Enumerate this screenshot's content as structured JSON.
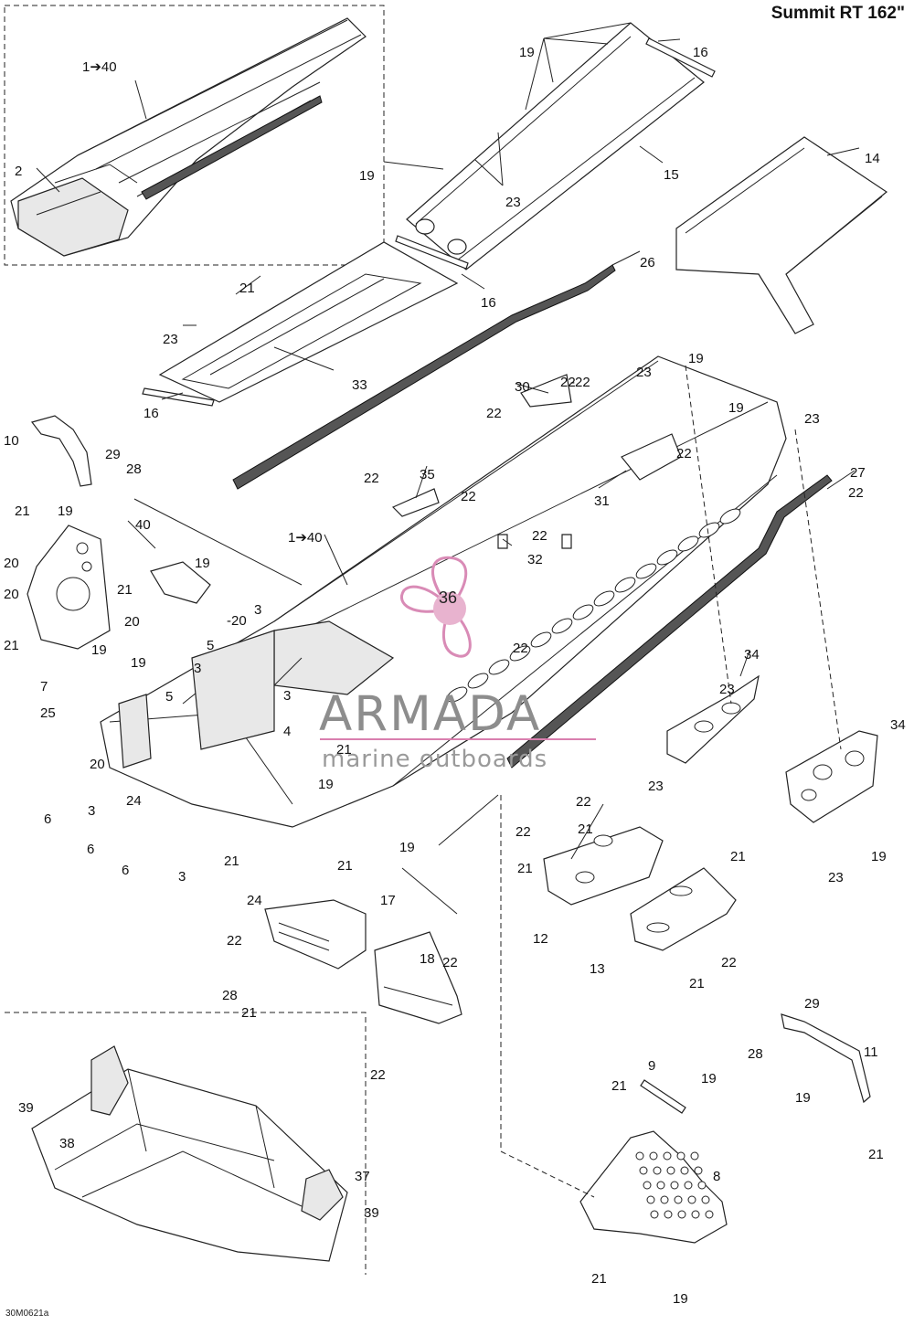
{
  "header": {
    "model_title": "Summit RT 162\""
  },
  "footer": {
    "drawing_code": "30M0621a"
  },
  "watermark": {
    "brand": "ARMADA",
    "tagline": "marine outboards",
    "logo_number": "36"
  },
  "callouts": [
    {
      "id": "c1",
      "text": "1➔40"
    },
    {
      "id": "c2",
      "text": "2"
    },
    {
      "id": "c3",
      "text": "19"
    },
    {
      "id": "c4",
      "text": "16"
    },
    {
      "id": "c5",
      "text": "14"
    },
    {
      "id": "c6",
      "text": "15"
    },
    {
      "id": "c7",
      "text": "19"
    },
    {
      "id": "c8",
      "text": "23"
    },
    {
      "id": "c9",
      "text": "16"
    },
    {
      "id": "c10",
      "text": "21"
    },
    {
      "id": "c11",
      "text": "26"
    },
    {
      "id": "c12",
      "text": "23"
    },
    {
      "id": "c13",
      "text": "33"
    },
    {
      "id": "c14",
      "text": "16"
    },
    {
      "id": "c15",
      "text": "23"
    },
    {
      "id": "c16",
      "text": "19"
    },
    {
      "id": "c17",
      "text": "30"
    },
    {
      "id": "c18",
      "text": "22"
    },
    {
      "id": "c19",
      "text": "22"
    },
    {
      "id": "c20",
      "text": "19"
    },
    {
      "id": "c21",
      "text": "23"
    },
    {
      "id": "c22",
      "text": "10"
    },
    {
      "id": "c23",
      "text": "29"
    },
    {
      "id": "c24",
      "text": "28"
    },
    {
      "id": "c25",
      "text": "22"
    },
    {
      "id": "c26",
      "text": "27"
    },
    {
      "id": "c27",
      "text": "22"
    },
    {
      "id": "c28",
      "text": "21"
    },
    {
      "id": "c29",
      "text": "19"
    },
    {
      "id": "c30",
      "text": "22"
    },
    {
      "id": "c31",
      "text": "35"
    },
    {
      "id": "c32",
      "text": "22"
    },
    {
      "id": "c33",
      "text": "31"
    },
    {
      "id": "c34",
      "text": "22"
    },
    {
      "id": "c35",
      "text": "40"
    },
    {
      "id": "c36",
      "text": "1➔40"
    },
    {
      "id": "c37",
      "text": "32"
    },
    {
      "id": "c38",
      "text": "20"
    },
    {
      "id": "c39",
      "text": "19"
    },
    {
      "id": "c40",
      "text": "21"
    },
    {
      "id": "c41",
      "text": "20"
    },
    {
      "id": "c42",
      "text": "20"
    },
    {
      "id": "c43",
      "text": "3"
    },
    {
      "id": "c44",
      "text": "21"
    },
    {
      "id": "c45",
      "text": "19"
    },
    {
      "id": "c46",
      "text": "22"
    },
    {
      "id": "c47",
      "text": "7"
    },
    {
      "id": "c48",
      "text": "5"
    },
    {
      "id": "c49",
      "text": "34"
    },
    {
      "id": "c50",
      "text": "3"
    },
    {
      "id": "c51",
      "text": "19"
    },
    {
      "id": "c52",
      "text": "5"
    },
    {
      "id": "c53",
      "text": "3"
    },
    {
      "id": "c54",
      "text": "23"
    },
    {
      "id": "c55",
      "text": "25"
    },
    {
      "id": "c56",
      "text": "4"
    },
    {
      "id": "c57",
      "text": "34"
    },
    {
      "id": "c58",
      "text": "21"
    },
    {
      "id": "c59",
      "text": "20"
    },
    {
      "id": "c60",
      "text": "23"
    },
    {
      "id": "c61",
      "text": "19"
    },
    {
      "id": "c62",
      "text": "24"
    },
    {
      "id": "c63",
      "text": "6"
    },
    {
      "id": "c64",
      "text": "3"
    },
    {
      "id": "c65",
      "text": "22"
    },
    {
      "id": "c66",
      "text": "21"
    },
    {
      "id": "c67",
      "text": "19"
    },
    {
      "id": "c68",
      "text": "23"
    },
    {
      "id": "c69",
      "text": "6"
    },
    {
      "id": "c70",
      "text": "22"
    },
    {
      "id": "c71",
      "text": "21"
    },
    {
      "id": "c72",
      "text": "19"
    },
    {
      "id": "c73",
      "text": "21"
    },
    {
      "id": "c74",
      "text": "6"
    },
    {
      "id": "c75",
      "text": "3"
    },
    {
      "id": "c76",
      "text": "21"
    },
    {
      "id": "c77",
      "text": "21"
    },
    {
      "id": "c78",
      "text": "24"
    },
    {
      "id": "c79",
      "text": "17"
    },
    {
      "id": "c80",
      "text": "12"
    },
    {
      "id": "c81",
      "text": "22"
    },
    {
      "id": "c82",
      "text": "13"
    },
    {
      "id": "c83",
      "text": "18"
    },
    {
      "id": "c84",
      "text": "22"
    },
    {
      "id": "c85",
      "text": "28"
    },
    {
      "id": "c86",
      "text": "21"
    },
    {
      "id": "c87",
      "text": "22"
    },
    {
      "id": "c88",
      "text": "21"
    },
    {
      "id": "c89",
      "text": "29"
    },
    {
      "id": "c90",
      "text": "22"
    },
    {
      "id": "c91",
      "text": "28"
    },
    {
      "id": "c92",
      "text": "11"
    },
    {
      "id": "c93",
      "text": "19"
    },
    {
      "id": "c94",
      "text": "39"
    },
    {
      "id": "c95",
      "text": "9"
    },
    {
      "id": "c96",
      "text": "21"
    },
    {
      "id": "c97",
      "text": "19"
    },
    {
      "id": "c98",
      "text": "38"
    },
    {
      "id": "c99",
      "text": "21"
    },
    {
      "id": "c100",
      "text": "37"
    },
    {
      "id": "c101",
      "text": "8"
    },
    {
      "id": "c102",
      "text": "39"
    },
    {
      "id": "c103",
      "text": "21"
    },
    {
      "id": "c104",
      "text": "19"
    },
    {
      "id": "c105",
      "text": "-22"
    },
    {
      "id": "c106",
      "text": "-20"
    }
  ]
}
